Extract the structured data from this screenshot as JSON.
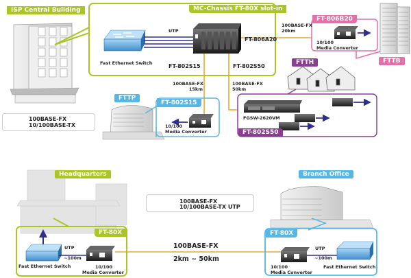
{
  "colors": {
    "fiber": "#f5a623",
    "copper": "#2e2e8f",
    "green": "#a9c623",
    "pink": "#e56fa8",
    "purple": "#8b3f93",
    "blue": "#56b7e6"
  },
  "top": {
    "isp_tag": "ISP Central Buliding",
    "chassis_tag": "MC-Chassis FT-80X slot-in",
    "utp_label": "UTP",
    "switch_label": "Fast Ethernet Switch",
    "chassis_model": "FT-806A20",
    "slot1_model": "FT-802S15",
    "slot2_model": "FT-802S50",
    "link_ftp15": {
      "line1": "100BASE-FX",
      "line2": "15km"
    },
    "link_50": {
      "line1": "100BASE-FX",
      "line2": "50km"
    },
    "link_20": {
      "line1": "100BASE-FX",
      "line2": "20km"
    },
    "fttb": {
      "model_tag": "FT-806B20",
      "converter_line1": "10/100",
      "converter_line2": "Media Converter",
      "site_tag": "FTTB"
    },
    "ftth": {
      "site_tag": "FTTH",
      "switch_model": "FGSW-2620VM",
      "model_tag": "FT-802S50"
    },
    "fttp": {
      "site_tag": "FTTP",
      "model_tag": "FT-802S15",
      "converter_line1": "10/100",
      "converter_line2": "Media Converter"
    },
    "legend": [
      {
        "label": "100BASE-FX",
        "type": "fiber"
      },
      {
        "label": "10/100BASE-TX",
        "type": "copper"
      }
    ]
  },
  "bottom": {
    "hq_tag": "Headquarters",
    "branch_tag": "Branch Office",
    "hq_model": "FT-80X",
    "branch_model": "FT-80X",
    "utp_label": "UTP",
    "distance_short": "~100m",
    "switch_label": "Fast Ethernet Switch",
    "converter_line1": "10/100",
    "converter_line2": "Media Converter",
    "link_label": "100BASE-FX",
    "link_distance": "2km ~ 50km",
    "legend": [
      {
        "label": "100BASE-FX",
        "type": "fiber"
      },
      {
        "label": "10/100BASE-TX UTP",
        "type": "copper"
      }
    ]
  }
}
